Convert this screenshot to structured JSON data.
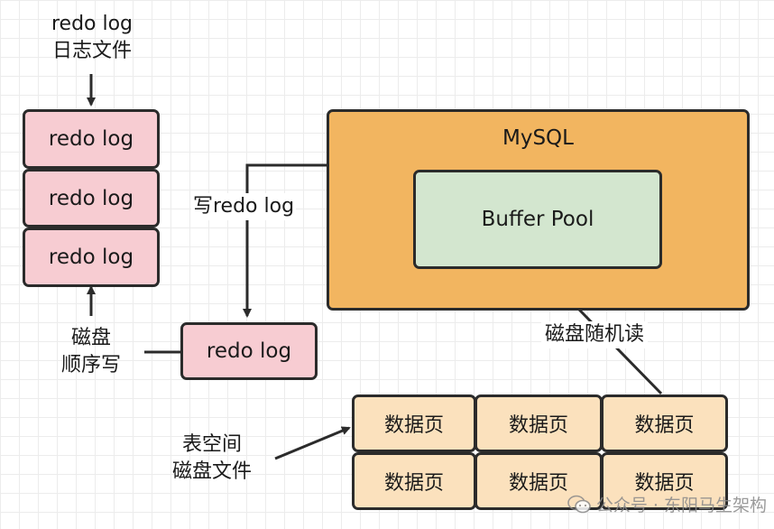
{
  "redo_file_caption": [
    "redo log",
    "日志文件"
  ],
  "redo_stack": [
    "redo log",
    "redo log",
    "redo log"
  ],
  "sequential_write_caption": [
    "磁盘",
    "顺序写"
  ],
  "redo_buffer_label": "redo log",
  "write_redo_label": "写redo log",
  "mysql_label": "MySQL",
  "buffer_pool_label": "Buffer Pool",
  "random_read_label": "磁盘随机读",
  "tablespace_caption": [
    "表空间",
    "磁盘文件"
  ],
  "data_pages": [
    "数据页",
    "数据页",
    "数据页",
    "数据页",
    "数据页",
    "数据页"
  ],
  "watermark": "公众号 · 东阳马生架构",
  "colors": {
    "mysql_fill": "#f2b560",
    "buffer_pool_fill": "#d3e6cf",
    "redo_fill": "#f7ccd2",
    "data_page_fill": "#fbe1bd",
    "border": "#2b2b2b"
  }
}
